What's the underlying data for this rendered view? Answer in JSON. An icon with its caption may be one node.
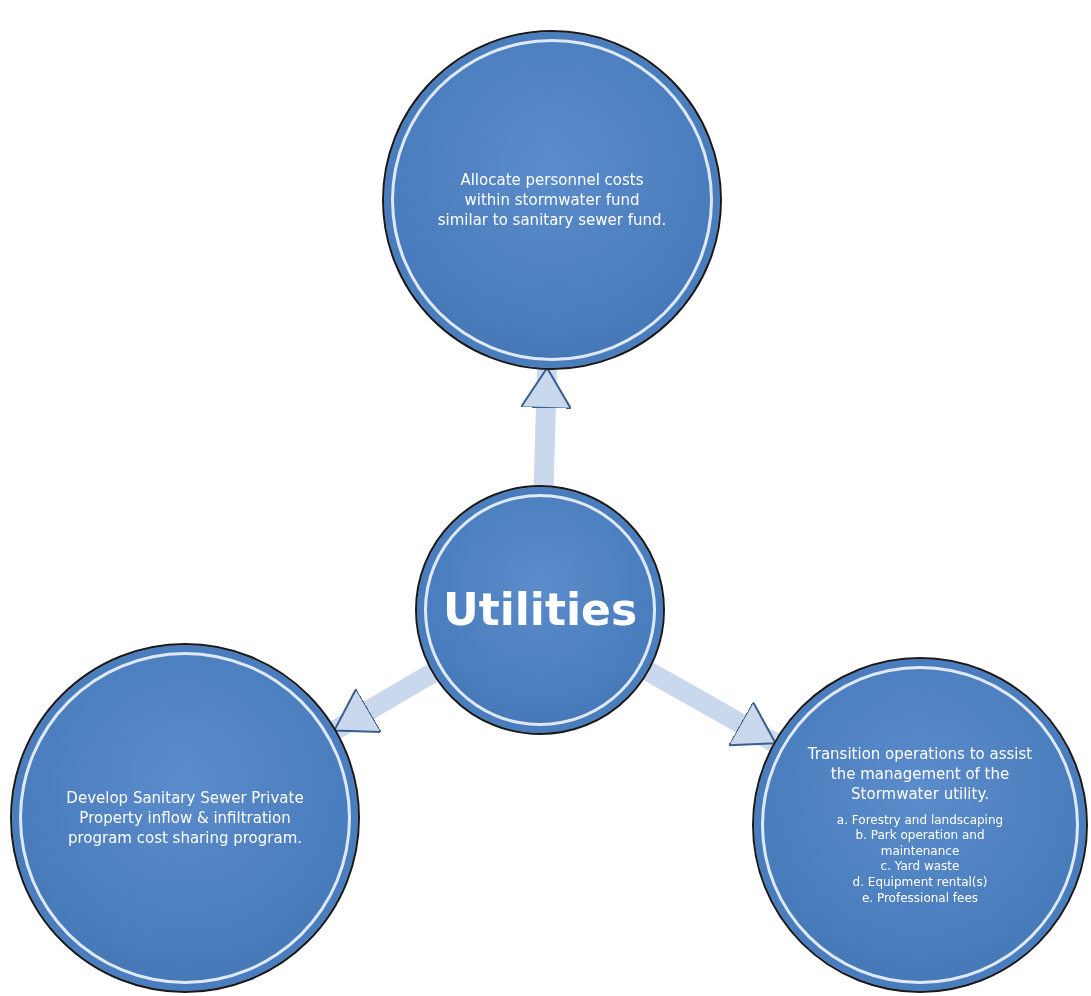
{
  "diagram": {
    "nodes": [
      {
        "text": [
          "Allocate personnel costs within stormwater fund similar to sanitary sewer fund."
        ]
      },
      {
        "text": [
          "Utilities"
        ]
      },
      {
        "text": [
          "Develop Sanitary Sewer Private Property inflow & infiltration program cost sharing program."
        ]
      },
      {
        "text": [
          "Transition operations to assist the management of the Stormwater utility.",
          "a. Forestry and landscaping",
          "b. Park operation and maintenance",
          "c. Yard waste",
          "d. Equipment rental(s)",
          "e. Professional fees"
        ]
      }
    ],
    "edges": [
      {
        "from": 1,
        "to": 0,
        "arrow": "to"
      },
      {
        "from": 1,
        "to": 2,
        "arrow": "to"
      },
      {
        "from": 1,
        "to": 3,
        "arrow": "to"
      }
    ]
  }
}
